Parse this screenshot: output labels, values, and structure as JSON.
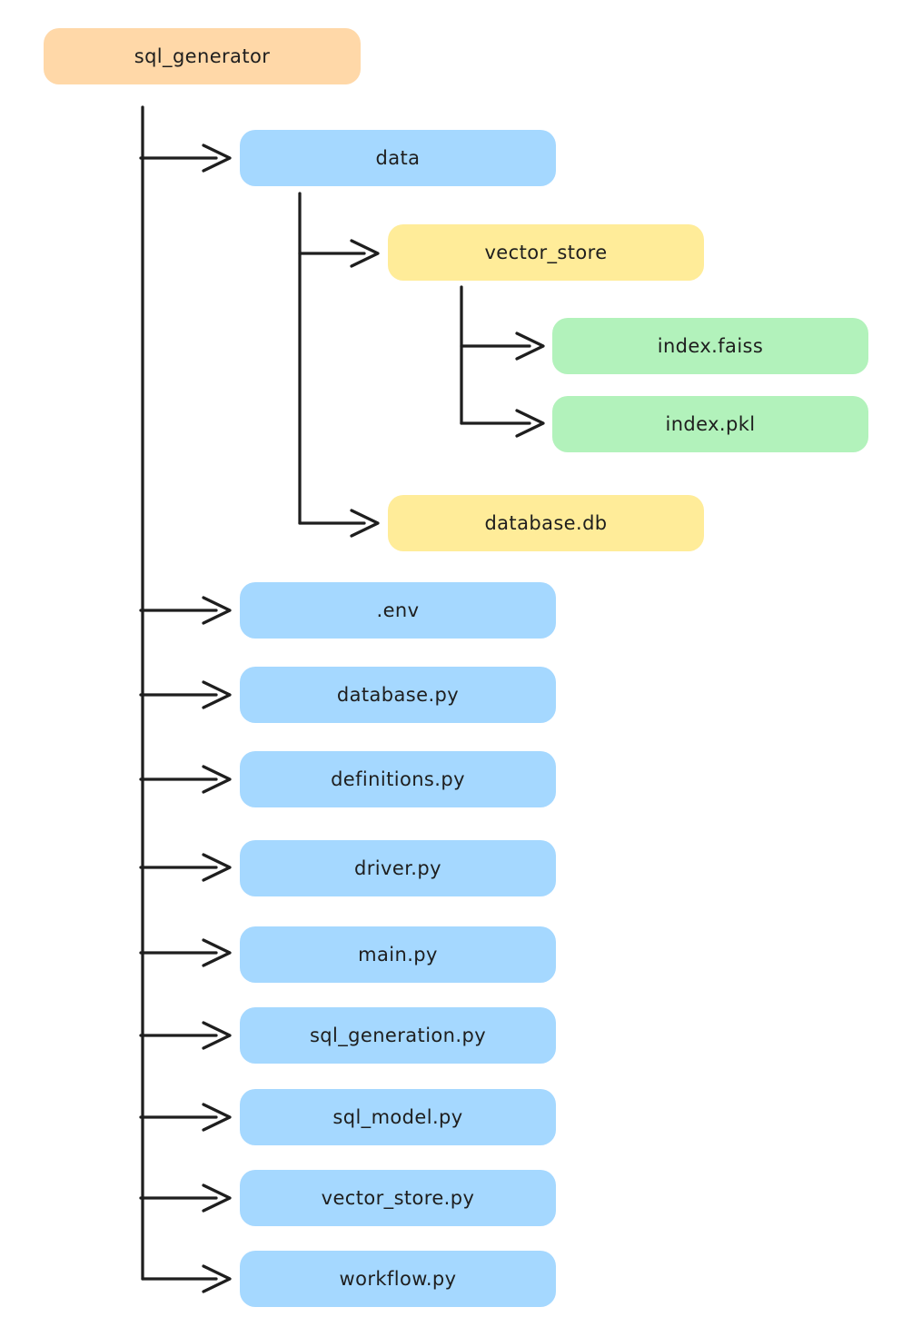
{
  "palette": {
    "orange": "#ffd8a8",
    "blue": "#a5d8ff",
    "yellow": "#ffec99",
    "green": "#b2f2bb",
    "ink": "#1e1e1e",
    "canvas_background": "#ffffff"
  },
  "tree": {
    "root": {
      "label": "sql_generator",
      "color": "orange",
      "children": [
        {
          "label": "data",
          "color": "blue",
          "children": [
            {
              "label": "vector_store",
              "color": "yellow",
              "children": [
                {
                  "label": "index.faiss",
                  "color": "green"
                },
                {
                  "label": "index.pkl",
                  "color": "green"
                }
              ]
            },
            {
              "label": "database.db",
              "color": "yellow"
            }
          ]
        },
        {
          "label": ".env",
          "color": "blue"
        },
        {
          "label": "database.py",
          "color": "blue"
        },
        {
          "label": "definitions.py",
          "color": "blue"
        },
        {
          "label": "driver.py",
          "color": "blue"
        },
        {
          "label": "main.py",
          "color": "blue"
        },
        {
          "label": "sql_generation.py",
          "color": "blue"
        },
        {
          "label": "sql_model.py",
          "color": "blue"
        },
        {
          "label": "vector_store.py",
          "color": "blue"
        },
        {
          "label": "workflow.py",
          "color": "blue"
        }
      ]
    }
  }
}
